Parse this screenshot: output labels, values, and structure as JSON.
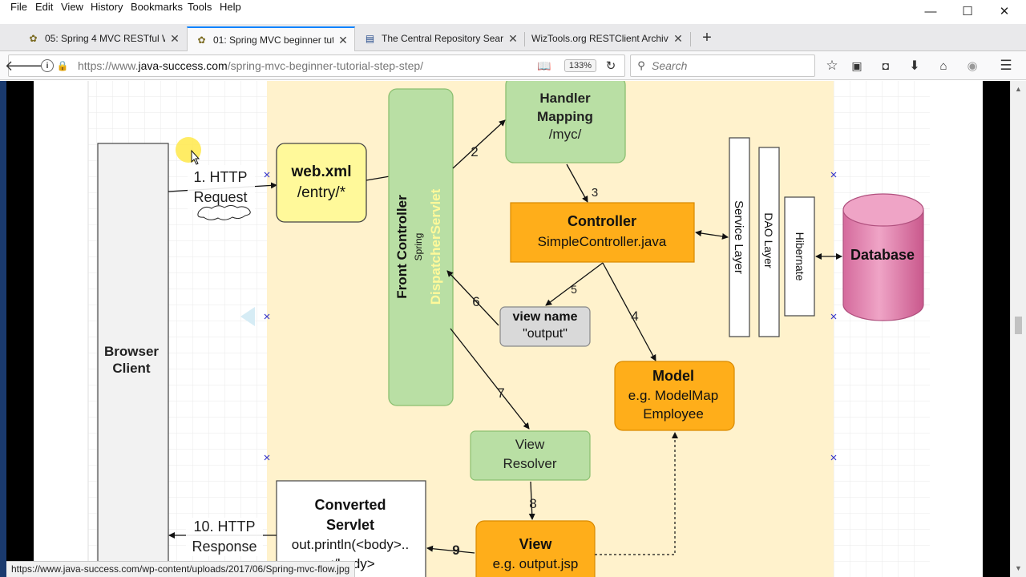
{
  "menu": [
    "File",
    "Edit",
    "View",
    "History",
    "Bookmarks",
    "Tools",
    "Help"
  ],
  "window_controls": {
    "minimize": "—",
    "maximize": "☐",
    "close": "✕"
  },
  "tabs": [
    {
      "title": "05: Spring 4 MVC RESTful W",
      "active": false
    },
    {
      "title": "01: Spring MVC beginner tut",
      "active": true
    },
    {
      "title": "The Central Repository Searc",
      "active": false
    },
    {
      "title": "WizTools.org RESTClient Archive",
      "active": false
    }
  ],
  "new_tab": "+",
  "url": {
    "scheme": "https://www.",
    "host": "java-success.com",
    "path": "/spring-mvc-beginner-tutorial-step-step/"
  },
  "zoom": "133%",
  "search_placeholder": "Search",
  "status_url": "https://www.java-success.com/wp-content/uploads/2017/06/Spring-mvc-flow.jpg",
  "diagram": {
    "browser": [
      "Browser",
      "Client"
    ],
    "request": [
      "1. HTTP",
      "Request"
    ],
    "response": [
      "10. HTTP",
      "Response"
    ],
    "webxml": [
      "web.xml",
      "/entry/*"
    ],
    "front_controller": {
      "title": "Front Controller",
      "sub": "Spring",
      "servlet": "DispatcherServlet"
    },
    "handler_mapping": [
      "Handler",
      "Mapping",
      "/myc/"
    ],
    "controller": [
      "Controller",
      "SimpleController.java"
    ],
    "view_name": [
      "view name",
      "\"output\""
    ],
    "model": [
      "Model",
      "e.g. ModelMap",
      "Employee"
    ],
    "view_resolver": [
      "View",
      "Resolver"
    ],
    "view": [
      "View",
      "e.g. output.jsp"
    ],
    "converted": [
      "Converted",
      "Servlet",
      "out.println(<body>..",
      "</body>"
    ],
    "service_layer": "Service Layer",
    "dao_layer": "DAO Layer",
    "hibernate": "Hibernate",
    "database": "Database",
    "step_labels": [
      "2",
      "3",
      "4",
      "5",
      "6",
      "7",
      "8",
      "9"
    ]
  },
  "colors": {
    "green_box": "#b9dfa4",
    "orange_box": "#ffae1a",
    "yellow_box": "#fff99a",
    "canvas": "#fff2cc",
    "database": "#e58bb3",
    "accent": "#0a84ff"
  }
}
